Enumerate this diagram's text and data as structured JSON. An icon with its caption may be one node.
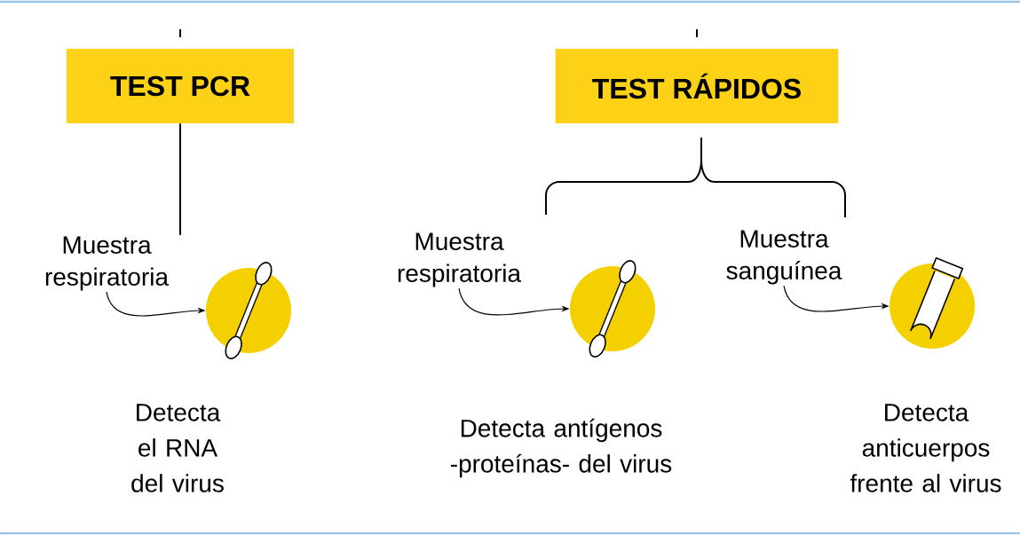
{
  "diagram": {
    "nodes": [
      {
        "text": [
          "TEST PCR"
        ]
      },
      {
        "text": [
          "TEST RÁPIDOS"
        ]
      },
      {
        "text": [
          "Muestra respiratoria"
        ]
      },
      {
        "text": [],
        "shape": "circle"
      },
      {
        "text": [
          "Muestra respiratoria"
        ]
      },
      {
        "text": [],
        "shape": "circle"
      },
      {
        "text": [
          "Muestra sanguínea"
        ]
      },
      {
        "text": [],
        "shape": "circle"
      }
    ],
    "edges": [
      {
        "from": 0,
        "to": 2,
        "arrow": "none"
      },
      {
        "from": 2,
        "to": 3,
        "arrow": "to"
      },
      {
        "from": 4,
        "to": 5,
        "arrow": "to"
      },
      {
        "from": 6,
        "to": 7,
        "arrow": "to"
      }
    ],
    "labels": [
      "Detecta el RNA del virus",
      "Detecta antígenos -proteínas- del virus",
      "Detecta anticuerpos frente al virus"
    ]
  }
}
